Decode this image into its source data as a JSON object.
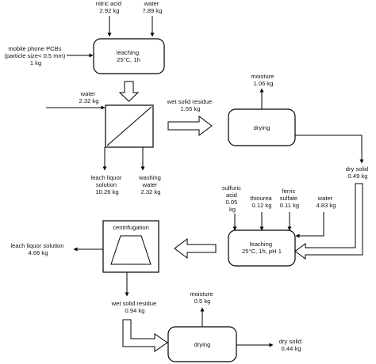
{
  "inputs": {
    "nitric_acid": [
      "nitric acid",
      "2.92 kg"
    ],
    "water_top": [
      "water",
      "7.89 kg"
    ],
    "pcbs": [
      "mobile phone PCBs",
      "(particle size< 0.5 mm)",
      "1 kg"
    ],
    "water_filter": [
      "water",
      "2.32 kg"
    ],
    "sulfuric_acid": [
      "sulfuric",
      "acid",
      "0.05",
      "kg"
    ],
    "thiourea": [
      "thiourea",
      "0.12 kg"
    ],
    "ferric_sulfate": [
      "ferric",
      "sulfate",
      "0.11 kg"
    ],
    "water_leach2": [
      "water",
      "4.83 kg"
    ]
  },
  "units": {
    "leaching1": [
      "leaching",
      "25°C, 1h"
    ],
    "drying1": "drying",
    "leaching2": [
      "leaching",
      "25°C, 1h, pH 1"
    ],
    "centrifugation": "centrifugation",
    "drying2": "drying"
  },
  "outputs": {
    "wet_solid_residue_1": [
      "wet solid residue",
      "1.55 kg"
    ],
    "moisture_1": [
      "moisture",
      "1.06 kg"
    ],
    "dry_solid_1": [
      "dry solid",
      "0.49 kg"
    ],
    "leach_liquor_1": [
      "leach liquor",
      "solution",
      "10.26 kg"
    ],
    "washing_water": [
      "washing",
      "water",
      "2.32 kg"
    ],
    "leach_liquor_2": [
      "leach liquor solution",
      "4.66 kg"
    ],
    "wet_solid_residue_2": [
      "wet solid residue",
      "0.94 kg"
    ],
    "moisture_2": [
      "moisture",
      "0.5 kg"
    ],
    "dry_solid_2": [
      "dry solid",
      "0.44 kg"
    ]
  }
}
